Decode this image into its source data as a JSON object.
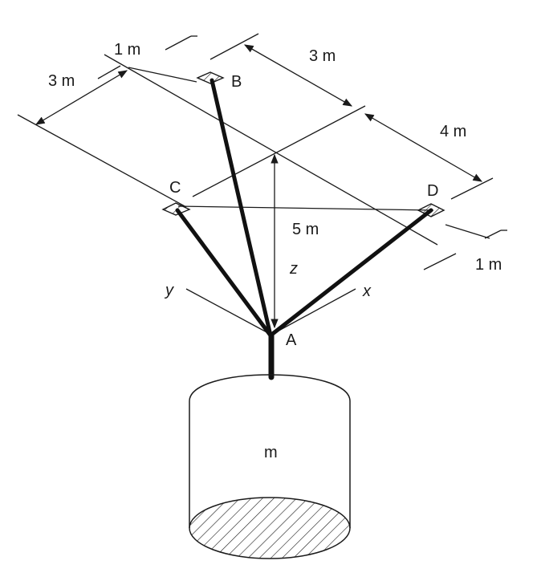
{
  "points": {
    "A": "A",
    "B": "B",
    "C": "C",
    "D": "D"
  },
  "axes": {
    "x": "x",
    "y": "y",
    "z": "z"
  },
  "dimensions": {
    "top_left_1m": "1 m",
    "left_3m": "3 m",
    "top_right_3m": "3 m",
    "right_4m": "4 m",
    "height_5m": "5 m",
    "bottom_right_1m": "1 m"
  },
  "mass_label": "m",
  "colors": {
    "ink": "#1a1a1a",
    "background": "#ffffff"
  }
}
